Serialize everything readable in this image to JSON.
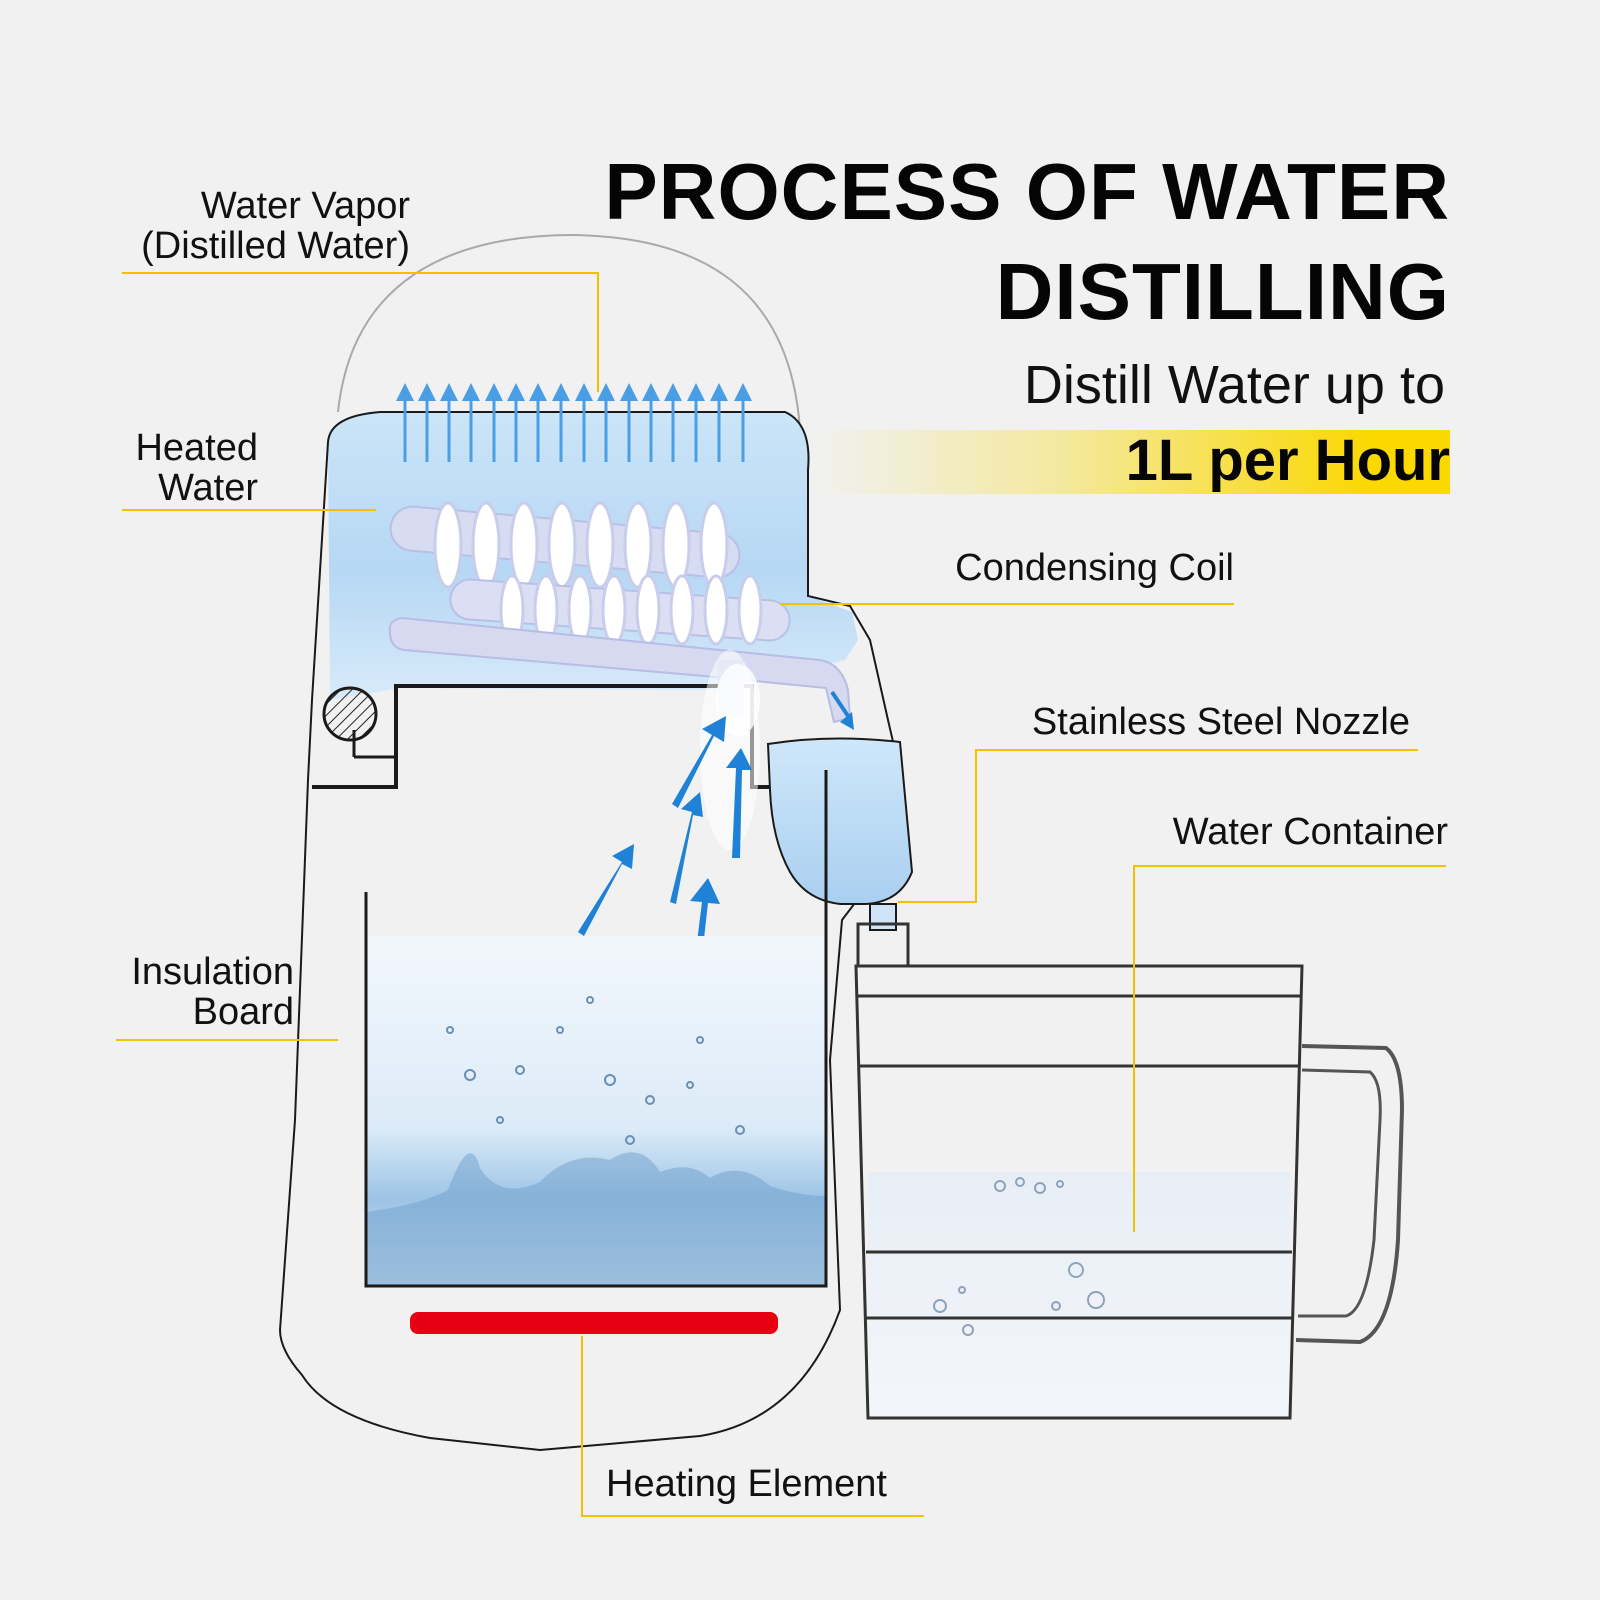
{
  "title": {
    "line1": "PROCESS OF WATER",
    "line2": "DISTILLING"
  },
  "subtitle": "Distill Water up to",
  "rate": "1L per Hour",
  "labels": {
    "water_vapor_line1": "Water Vapor",
    "water_vapor_line2": "(Distilled Water)",
    "heated_water_line1": "Heated",
    "heated_water_line2": "Water",
    "condensing_coil": "Condensing Coil",
    "nozzle": "Stainless Steel Nozzle",
    "water_container": "Water Container",
    "insulation_line1": "Insulation",
    "insulation_line2": "Board",
    "heating_element": "Heating Element"
  },
  "colors": {
    "background": "#f1f1f1",
    "leader_line": "#f2c200",
    "highlight": "#fad800",
    "heating_element": "#e60012",
    "vapor_arrow": "#4a9ee6",
    "steam_arrow": "#1f82d6",
    "water_light": "#dfeefb",
    "outline": "#1a1a1a"
  }
}
